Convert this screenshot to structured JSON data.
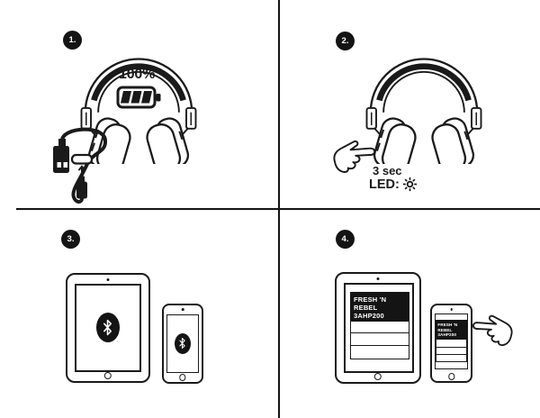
{
  "page": {
    "paper_color": "#ffffff",
    "ink_color": "#1a1a1a",
    "content_type": "bluetooth-headphones-quick-start-illustration"
  },
  "step1": {
    "badge": "1.",
    "battery_percent": "100%",
    "icons": {
      "headphones": "headphones-icon",
      "battery": "battery-full-icon",
      "cable": "usb-charging-cable-icon",
      "port": "micro-usb-port-icon",
      "arrow": "insert-plug-arrow-icon"
    }
  },
  "step2": {
    "badge": "2.",
    "hold_time": "3 sec",
    "led_label": "LED:",
    "icons": {
      "headphones": "headphones-icon",
      "hand": "press-button-hand-icon",
      "led": "led-blinking-sun-icon"
    }
  },
  "step3": {
    "badge": "3.",
    "icons": {
      "tablet": "tablet-icon",
      "phone": "smartphone-icon",
      "bluetooth": "bluetooth-icon"
    }
  },
  "step4": {
    "badge": "4.",
    "tablet": {
      "device_line1": "FRESH 'N REBEL",
      "device_line2": "3AHP200"
    },
    "phone": {
      "device_line1": "FRESH 'N REBEL",
      "device_line2": "3AHP200"
    },
    "icons": {
      "hand": "tap-select-hand-icon"
    }
  }
}
